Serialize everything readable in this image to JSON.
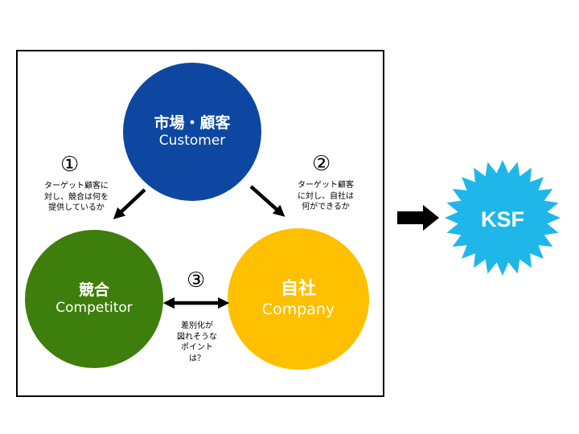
{
  "customer": {
    "jp": "市場・顧客",
    "en": "Customer"
  },
  "competitor": {
    "jp": "競合",
    "en": "Competitor"
  },
  "company": {
    "jp": "自社",
    "en": "Company"
  },
  "markers": {
    "one": "①",
    "two": "②",
    "three": "③"
  },
  "notes": {
    "one": "ターゲット顧客に\n対し、競合は何を\n提供しているか",
    "two": "ターゲット顧客\nに対し、自社は\n何ができるか",
    "three": "差別化が\n図れそうな\nポイント\nは？"
  },
  "ksf": {
    "label": "KSF"
  },
  "colors": {
    "customer": "#0d47a1",
    "competitor": "#3e7e0c",
    "company": "#ffc000",
    "ksf": "#1fb7ea"
  }
}
